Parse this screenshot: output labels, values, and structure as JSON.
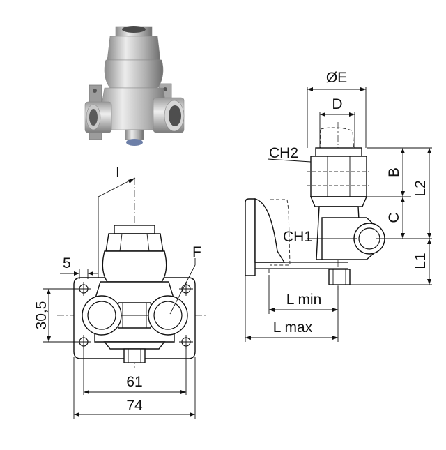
{
  "labels": {
    "dim_5": "5",
    "dim_30_5": "30,5",
    "dim_61": "61",
    "dim_74": "74",
    "label_i": "I",
    "label_f": "F",
    "dim_oe": "ØE",
    "dim_d": "D",
    "label_ch2": "CH2",
    "label_ch1": "CH1",
    "dim_b": "B",
    "dim_c": "C",
    "dim_l2": "L2",
    "dim_l1": "L1",
    "dim_lmin": "L min",
    "dim_lmax": "L max"
  },
  "colors": {
    "line": "#111111",
    "metal_light": "#e8e8e8",
    "metal_mid": "#b5b5b5",
    "metal_dark": "#7a7a7a",
    "bracket": "#9a9a9a"
  }
}
